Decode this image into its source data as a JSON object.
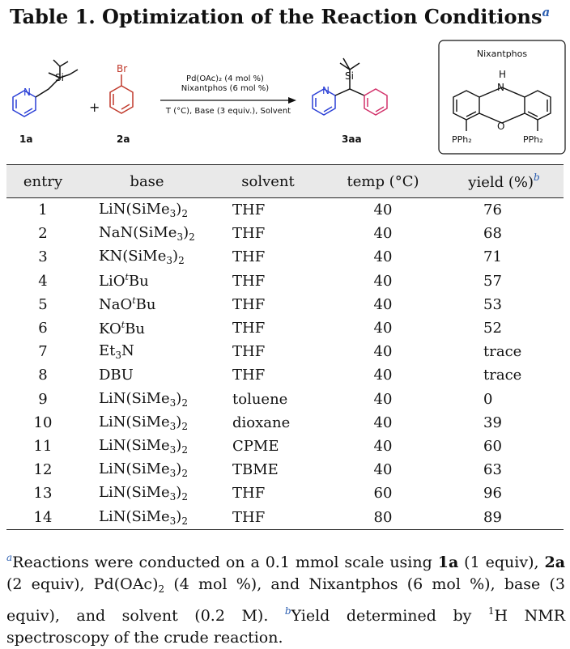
{
  "title": {
    "text": "Table 1. Optimization of the Reaction Conditions",
    "marker": "a"
  },
  "scheme": {
    "reactant1": {
      "label": "1a",
      "atoms": [
        "Si",
        "N"
      ]
    },
    "plus": "+",
    "reactant2": {
      "label": "2a",
      "atoms": [
        "Br"
      ]
    },
    "conditions": [
      "Pd(OAc)₂ (4 mol %)",
      "Nixantphos (6 mol %)",
      "T (°C), Base (3 equiv.), Solvent"
    ],
    "product": {
      "label": "3aa",
      "atoms": [
        "Si",
        "N"
      ]
    },
    "ligand": {
      "title": "Nixantphos",
      "atoms": [
        "H",
        "N",
        "O",
        "PPh₂",
        "PPh₂"
      ]
    },
    "colors": {
      "n": "#2a3fd6",
      "br": "#c0392b",
      "bond": "#111111",
      "aryl_product": "#d2316a"
    }
  },
  "table": {
    "headers": {
      "entry": "entry",
      "base": "base",
      "solvent": "solvent",
      "temp": "temp (°C)",
      "yield": "yield (%)",
      "yield_marker": "b"
    },
    "rows": [
      {
        "entry": "1",
        "base": {
          "main": "LiN(SiMe",
          "sub": "3",
          "end": ")",
          "sub2": "2"
        },
        "solvent": "THF",
        "temp": "40",
        "yield": "76"
      },
      {
        "entry": "2",
        "base": {
          "main": "NaN(SiMe",
          "sub": "3",
          "end": ")",
          "sub2": "2"
        },
        "solvent": "THF",
        "temp": "40",
        "yield": "68"
      },
      {
        "entry": "3",
        "base": {
          "main": "KN(SiMe",
          "sub": "3",
          "end": ")",
          "sub2": "2"
        },
        "solvent": "THF",
        "temp": "40",
        "yield": "71"
      },
      {
        "entry": "4",
        "base": {
          "main": "LiO",
          "sup": "t",
          "end": "Bu"
        },
        "solvent": "THF",
        "temp": "40",
        "yield": "57"
      },
      {
        "entry": "5",
        "base": {
          "main": "NaO",
          "sup": "t",
          "end": "Bu"
        },
        "solvent": "THF",
        "temp": "40",
        "yield": "53"
      },
      {
        "entry": "6",
        "base": {
          "main": "KO",
          "sup": "t",
          "end": "Bu"
        },
        "solvent": "THF",
        "temp": "40",
        "yield": "52"
      },
      {
        "entry": "7",
        "base": {
          "main": "Et",
          "sub": "3",
          "end": "N"
        },
        "solvent": "THF",
        "temp": "40",
        "yield": "trace"
      },
      {
        "entry": "8",
        "base": {
          "main": "DBU"
        },
        "solvent": "THF",
        "temp": "40",
        "yield": "trace"
      },
      {
        "entry": "9",
        "base": {
          "main": "LiN(SiMe",
          "sub": "3",
          "end": ")",
          "sub2": "2"
        },
        "solvent": "toluene",
        "temp": "40",
        "yield": "0"
      },
      {
        "entry": "10",
        "base": {
          "main": "LiN(SiMe",
          "sub": "3",
          "end": ")",
          "sub2": "2"
        },
        "solvent": "dioxane",
        "temp": "40",
        "yield": "39"
      },
      {
        "entry": "11",
        "base": {
          "main": "LiN(SiMe",
          "sub": "3",
          "end": ")",
          "sub2": "2"
        },
        "solvent": "CPME",
        "temp": "40",
        "yield": "60"
      },
      {
        "entry": "12",
        "base": {
          "main": "LiN(SiMe",
          "sub": "3",
          "end": ")",
          "sub2": "2"
        },
        "solvent": "TBME",
        "temp": "40",
        "yield": "63"
      },
      {
        "entry": "13",
        "base": {
          "main": "LiN(SiMe",
          "sub": "3",
          "end": ")",
          "sub2": "2"
        },
        "solvent": "THF",
        "temp": "60",
        "yield": "96"
      },
      {
        "entry": "14",
        "base": {
          "main": "LiN(SiMe",
          "sub": "3",
          "end": ")",
          "sub2": "2"
        },
        "solvent": "THF",
        "temp": "80",
        "yield": "89"
      }
    ]
  },
  "footnote": {
    "a_marker": "a",
    "a_part1": "Reactions were conducted on a 0.1 mmol scale using ",
    "a_bold1": "1a",
    "a_part2": " (1 equiv), ",
    "a_bold2": "2a",
    "a_part3": " (2 equiv), Pd(OAc)",
    "a_sub": "2",
    "a_part4": " (4 mol %), and Nixantphos (6 mol %), base (3 equiv), and solvent (0.2 M). ",
    "b_marker": "b",
    "b_part1": "Yield determined by ",
    "b_sup": "1",
    "b_part2": "H NMR spectroscopy of the crude reaction."
  }
}
